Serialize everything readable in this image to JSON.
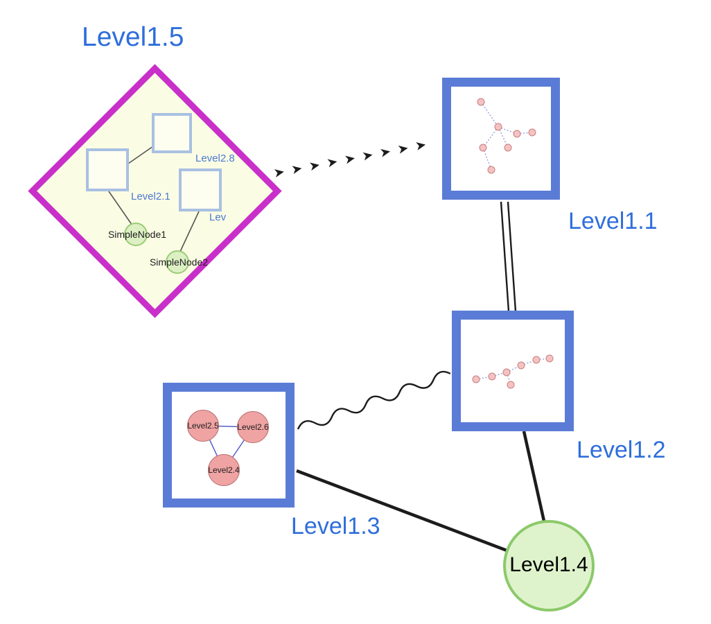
{
  "diagram": {
    "nodes": {
      "level1_5": {
        "label": "Level1.5",
        "shape": "diamond",
        "border_color": "#c92fc9",
        "fill": "#fbfce4"
      },
      "level1_1": {
        "label": "Level1.1",
        "shape": "square",
        "border_color": "#5b7cd6"
      },
      "level1_2": {
        "label": "Level1.2",
        "shape": "square",
        "border_color": "#5b7cd6"
      },
      "level1_3": {
        "label": "Level1.3",
        "shape": "square",
        "border_color": "#5b7cd6"
      },
      "level1_4": {
        "label": "Level1.4",
        "shape": "circle",
        "fill": "#def3cb",
        "border_color": "#8cc96b"
      },
      "level2_8": {
        "label": "Level2.8",
        "shape": "square"
      },
      "level2_1": {
        "label": "Level2.1",
        "shape": "square"
      },
      "level2_trunc": {
        "label": "Lev",
        "shape": "square"
      },
      "simple_node_1": {
        "label": "SimpleNode1",
        "shape": "circle"
      },
      "simple_node_2": {
        "label": "SimpleNode2",
        "shape": "circle"
      },
      "level2_5": {
        "label": "Level2.5",
        "shape": "circle"
      },
      "level2_6": {
        "label": "Level2.6",
        "shape": "circle"
      },
      "level2_4": {
        "label": "Level2.4",
        "shape": "circle"
      }
    },
    "edges": [
      {
        "from": "Level1.5",
        "to": "Level1.1",
        "style": "dashed-arrow"
      },
      {
        "from": "Level1.1",
        "to": "Level1.2",
        "style": "double-line"
      },
      {
        "from": "Level1.3",
        "to": "Level1.2",
        "style": "wavy"
      },
      {
        "from": "Level1.3",
        "to": "Level1.4",
        "style": "solid"
      },
      {
        "from": "Level1.2",
        "to": "Level1.4",
        "style": "solid"
      }
    ],
    "colors": {
      "label_blue": "#2e6edb",
      "node_border_blue": "#5b7cd6",
      "diamond_magenta": "#c92fc9",
      "diamond_fill": "#fbfce4",
      "green_fill": "#def3cb",
      "green_border": "#8cc96b",
      "pink_fill": "#efa3a3",
      "edge_color": "#1c1c1c"
    }
  }
}
